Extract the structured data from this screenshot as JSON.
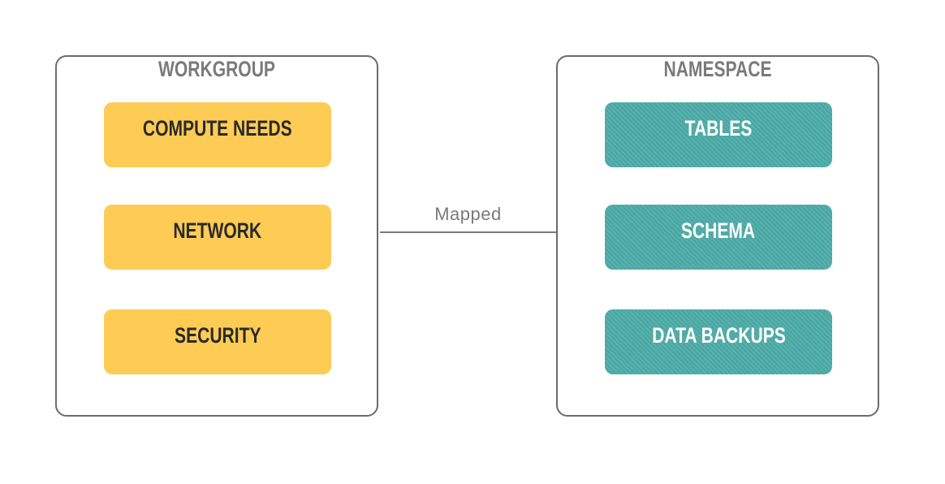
{
  "workgroup": {
    "title": "WORKGROUP",
    "items": [
      "COMPUTE NEEDS",
      "NETWORK",
      "SECURITY"
    ],
    "color": "#fecc55"
  },
  "namespace": {
    "title": "NAMESPACE",
    "items": [
      "TABLES",
      "SCHEMA",
      "DATA BACKUPS"
    ],
    "color": "#4aa8a4"
  },
  "connector": {
    "label": "Mapped"
  }
}
